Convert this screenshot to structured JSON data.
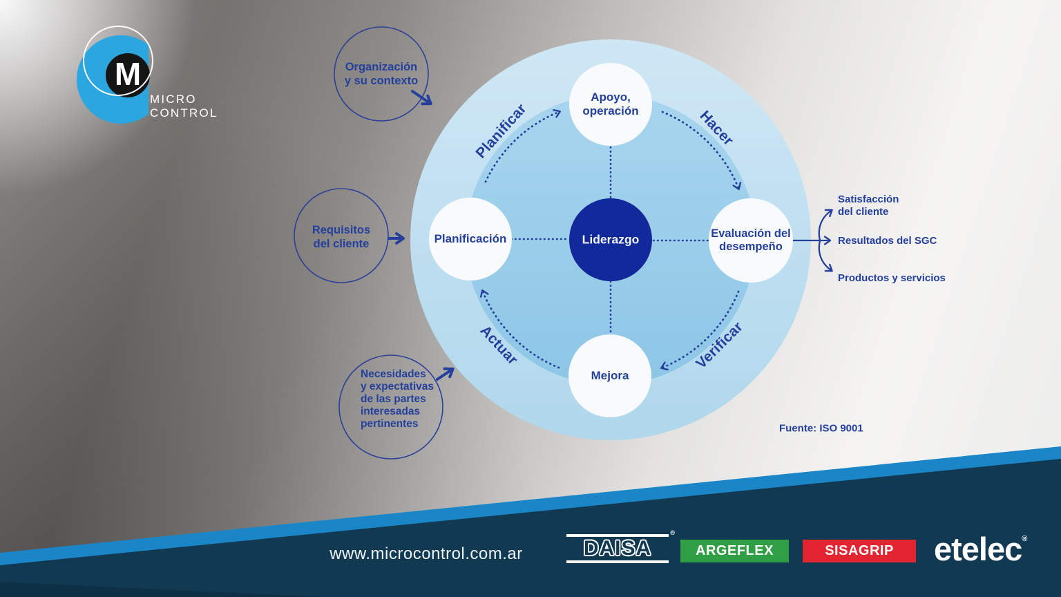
{
  "logo": {
    "m": "M",
    "line1": "MICRO",
    "line2": "CONTROL"
  },
  "inputs": [
    {
      "label": "Organización\ny su contexto"
    },
    {
      "label": "Requisitos\ndel cliente"
    },
    {
      "label": "Necesidades\ny expectativas\nde las partes\ninteresadas\npertinentes"
    }
  ],
  "cycle": {
    "center": "Liderazgo",
    "top": "Apoyo,\noperación",
    "right": "Evaluación del\ndesempeño",
    "bottom": "Mejora",
    "left": "Planificación",
    "plan": "Planificar",
    "do": "Hacer",
    "check": "Verificar",
    "act": "Actuar"
  },
  "outputs": [
    {
      "label": "Satisfacción\ndel cliente"
    },
    {
      "label": "Resultados del SGC"
    },
    {
      "label": "Productos y servicios"
    }
  ],
  "source": "Fuente: ISO 9001",
  "footer": {
    "website": "www.microcontrol.com.ar",
    "daisa": "DAISA",
    "argeflex": "ARGEFLEX",
    "sisagrip": "SISAGRIP",
    "etelec": "etelec",
    "registered": "®"
  },
  "colors": {
    "navy_text": "#24409c",
    "hub_navy": "#12299b",
    "stripe_blue": "#1b86c7",
    "footer_navy": "#113a52",
    "logo_blue": "#2ca6de",
    "argeflex_green": "#2f9e45",
    "sisagrip_red": "#e32431"
  }
}
